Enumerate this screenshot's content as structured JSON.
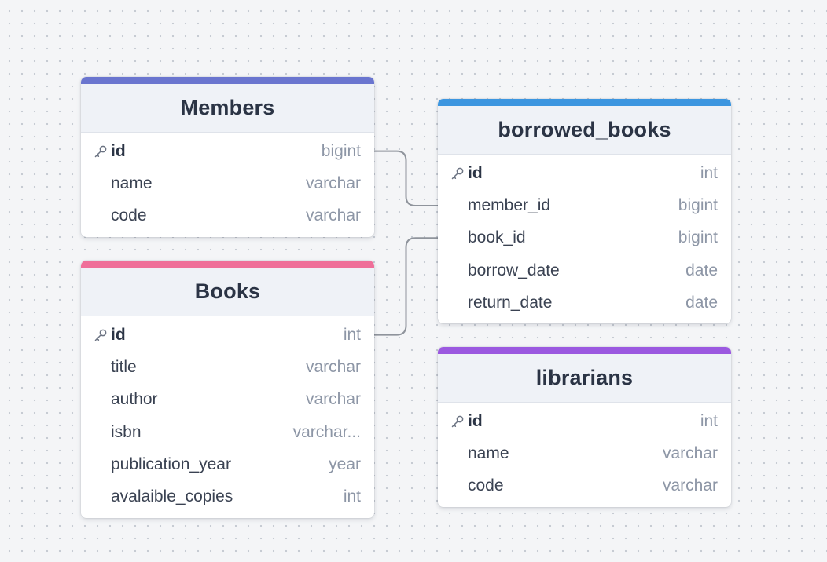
{
  "colors": {
    "members": "#6a75cf",
    "books": "#ef6f99",
    "borrowed_books": "#3c96e0",
    "librarians": "#9b59e0",
    "connector": "#8f949c"
  },
  "tables": {
    "members": {
      "title": "Members",
      "fields": [
        {
          "name": "id",
          "type": "bigint",
          "pk": true
        },
        {
          "name": "name",
          "type": "varchar",
          "pk": false
        },
        {
          "name": "code",
          "type": "varchar",
          "pk": false
        }
      ]
    },
    "books": {
      "title": "Books",
      "fields": [
        {
          "name": "id",
          "type": "int",
          "pk": true
        },
        {
          "name": "title",
          "type": "varchar",
          "pk": false
        },
        {
          "name": "author",
          "type": "varchar",
          "pk": false
        },
        {
          "name": "isbn",
          "type": "varchar...",
          "pk": false
        },
        {
          "name": "publication_year",
          "type": "year",
          "pk": false
        },
        {
          "name": "avalaible_copies",
          "type": "int",
          "pk": false
        }
      ]
    },
    "borrowed_books": {
      "title": "borrowed_books",
      "fields": [
        {
          "name": "id",
          "type": "int",
          "pk": true
        },
        {
          "name": "member_id",
          "type": "bigint",
          "pk": false
        },
        {
          "name": "book_id",
          "type": "bigint",
          "pk": false
        },
        {
          "name": "borrow_date",
          "type": "date",
          "pk": false
        },
        {
          "name": "return_date",
          "type": "date",
          "pk": false
        }
      ]
    },
    "librarians": {
      "title": "librarians",
      "fields": [
        {
          "name": "id",
          "type": "int",
          "pk": true
        },
        {
          "name": "name",
          "type": "varchar",
          "pk": false
        },
        {
          "name": "code",
          "type": "varchar",
          "pk": false
        }
      ]
    }
  },
  "relations": [
    {
      "from_table": "members",
      "from_field": "id",
      "to_table": "borrowed_books",
      "to_field": "member_id"
    },
    {
      "from_table": "books",
      "from_field": "id",
      "to_table": "borrowed_books",
      "to_field": "book_id"
    }
  ]
}
